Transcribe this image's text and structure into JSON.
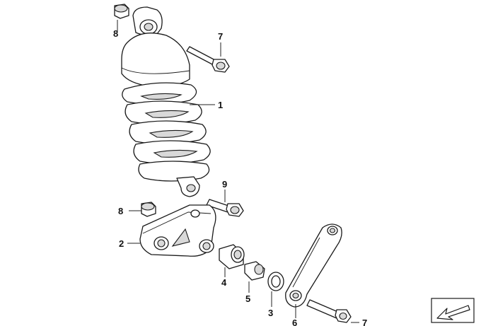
{
  "callouts": {
    "c1": "1",
    "c2": "2",
    "c3": "3",
    "c4": "4",
    "c5": "5",
    "c6": "6",
    "c7a": "7",
    "c7b": "7",
    "c8a": "8",
    "c8b": "8",
    "c9": "9"
  },
  "colors": {
    "line": "#1a1a1a",
    "shade": "#d9d9d9",
    "background": "#ffffff"
  },
  "icons": {
    "orientation": "arrow-orientation-icon"
  }
}
